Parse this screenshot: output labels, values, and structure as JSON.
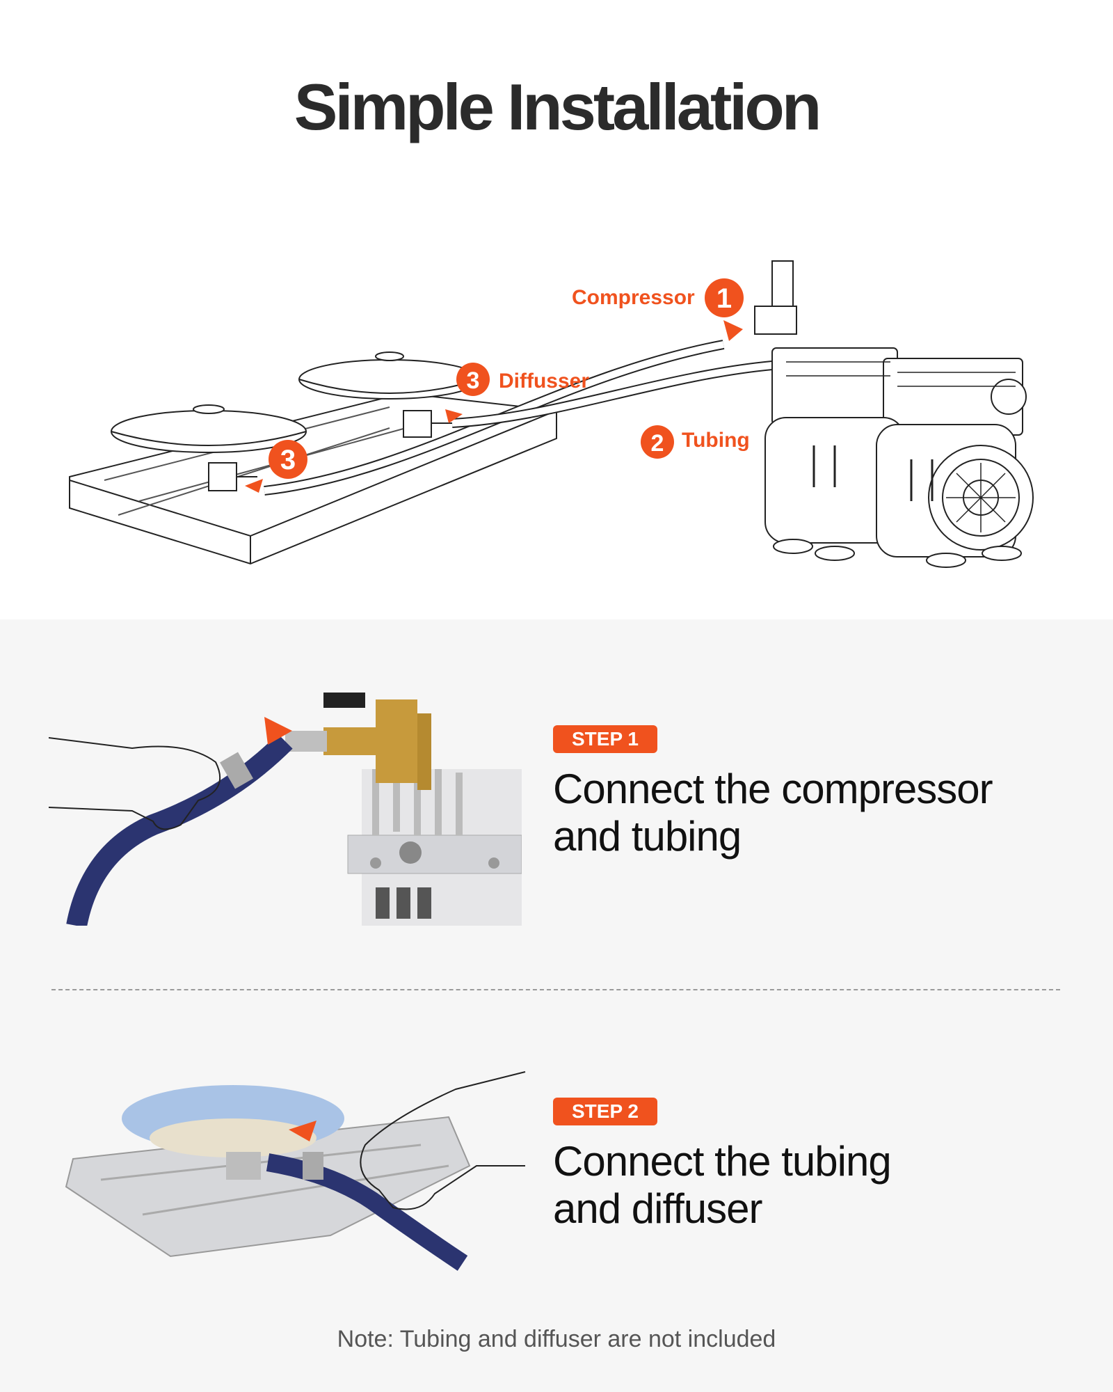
{
  "title": "Simple Installation",
  "diagram": {
    "callouts": [
      {
        "number": "1",
        "label": "Compressor"
      },
      {
        "number": "2",
        "label": "Tubing"
      },
      {
        "number": "3",
        "label": "Diffusser"
      },
      {
        "number": "3",
        "label": ""
      }
    ]
  },
  "steps": [
    {
      "badge": "STEP 1",
      "line1": "Connect the compressor",
      "line2": "and tubing"
    },
    {
      "badge": "STEP 2",
      "line1": "Connect the tubing",
      "line2": "and diffuser"
    }
  ],
  "note": "Note: Tubing and diffuser are not included",
  "colors": {
    "accent": "#f0521e",
    "tubing": "#2b3470",
    "diffuser": "#a9c3e6"
  }
}
